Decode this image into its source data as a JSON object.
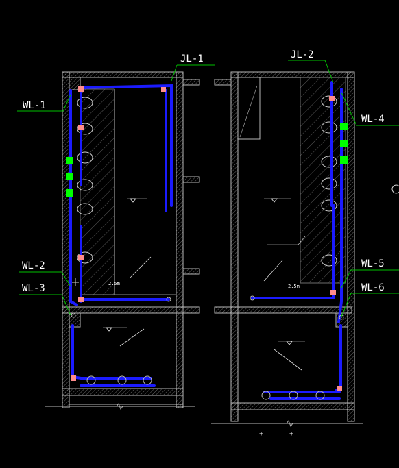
{
  "colors": {
    "background": "#000000",
    "wall": "#b8b8b8",
    "pipe": "#1b1bff",
    "pipe_fitting": "#ff8c8c",
    "valve": "#00ff00",
    "leader": "#00c000",
    "label": "#ffffff"
  },
  "labels": {
    "jl1": "JL-1",
    "jl2": "JL-2",
    "wl1": "WL-1",
    "wl2": "WL-2",
    "wl3": "WL-3",
    "wl4": "WL-4",
    "wl5": "WL-5",
    "wl6": "WL-6",
    "pipe_size_left": "2.5m",
    "pipe_size_right": "2.5m"
  },
  "icons": [
    "valve-icon",
    "toilet-icon",
    "floor-drain-icon",
    "level-marker-icon"
  ]
}
